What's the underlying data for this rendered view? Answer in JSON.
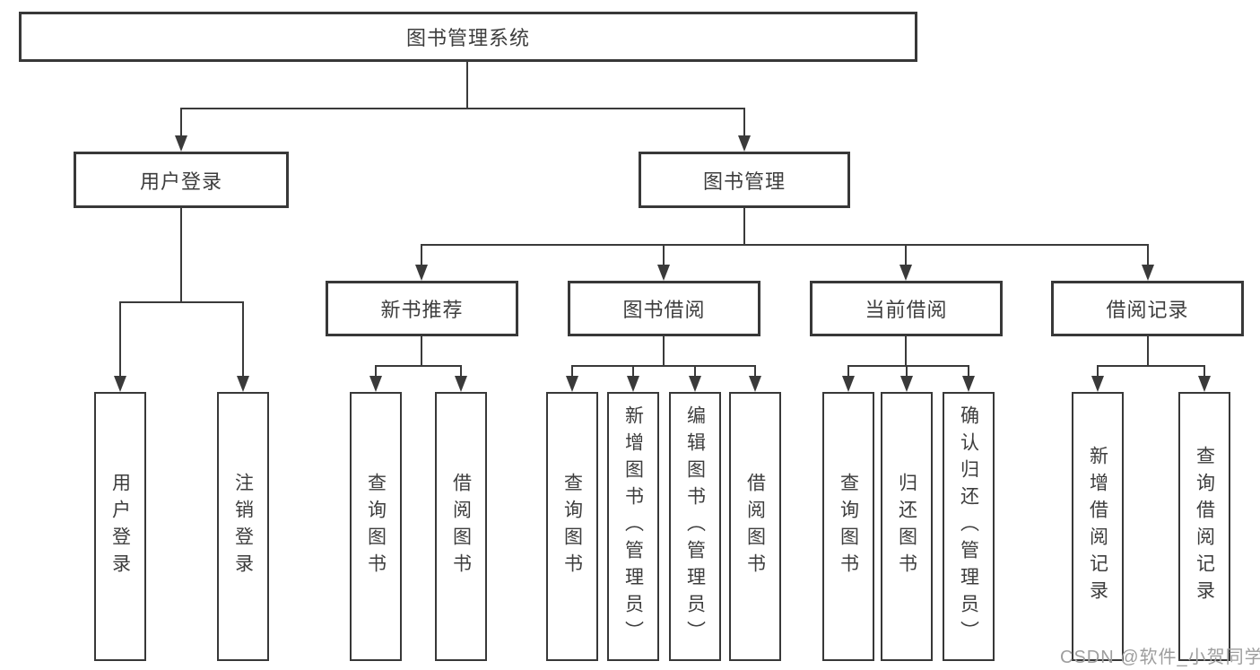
{
  "diagram": {
    "type": "hierarchy-tree",
    "title": "图书管理系统",
    "line_color": "#3a3a3a",
    "box_border_color": "#383838",
    "text_color": "#3d3d3d",
    "background_color": "#ffffff",
    "tree": {
      "label": "图书管理系统",
      "children": [
        {
          "label": "用户登录",
          "children": [
            {
              "label": "用户登录"
            },
            {
              "label": "注销登录"
            }
          ]
        },
        {
          "label": "图书管理",
          "children": [
            {
              "label": "新书推荐",
              "children": [
                {
                  "label": "查询图书"
                },
                {
                  "label": "借阅图书"
                }
              ]
            },
            {
              "label": "图书借阅",
              "children": [
                {
                  "label": "查询图书"
                },
                {
                  "label": "新增图书（管理员）"
                },
                {
                  "label": "编辑图书（管理员）"
                },
                {
                  "label": "借阅图书"
                }
              ]
            },
            {
              "label": "当前借阅",
              "children": [
                {
                  "label": "查询图书"
                },
                {
                  "label": "归还图书"
                },
                {
                  "label": "确认归还（管理员）"
                }
              ]
            },
            {
              "label": "借阅记录",
              "children": [
                {
                  "label": "新增借阅记录"
                },
                {
                  "label": "查询借阅记录"
                }
              ]
            }
          ]
        }
      ]
    }
  },
  "watermark": {
    "text": "CSDN @软件_小贺同学",
    "color": "#9e9e9e"
  }
}
